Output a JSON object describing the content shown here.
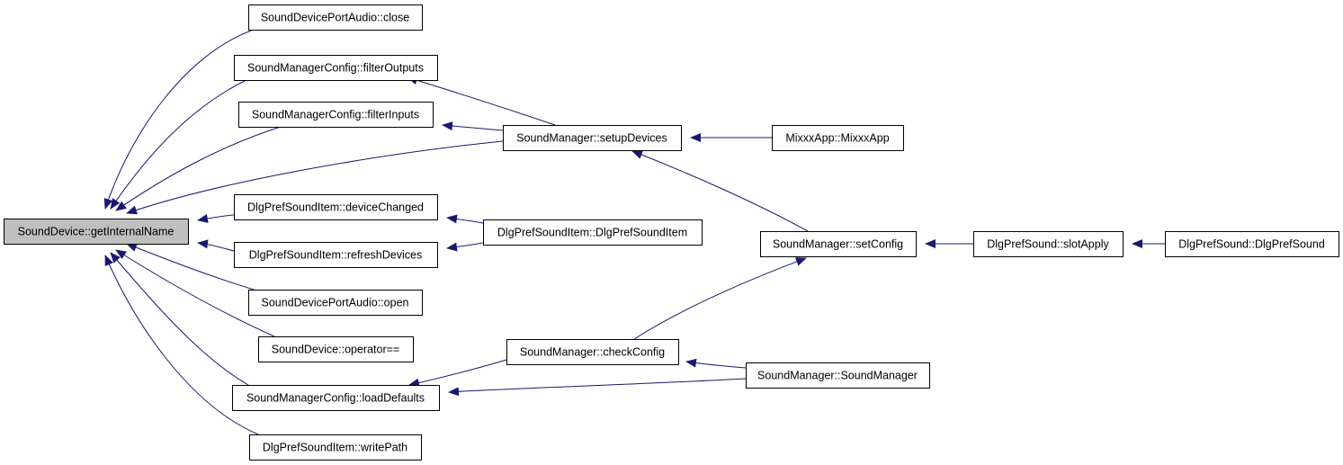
{
  "nodes": [
    {
      "id": "n0",
      "label": "SoundDevice::getInternalName"
    },
    {
      "id": "n1",
      "label": "SoundDevicePortAudio::close"
    },
    {
      "id": "n2",
      "label": "SoundManagerConfig::filterOutputs"
    },
    {
      "id": "n3",
      "label": "SoundManagerConfig::filterInputs"
    },
    {
      "id": "n4",
      "label": "SoundManager::setupDevices"
    },
    {
      "id": "n5",
      "label": "MixxxApp::MixxxApp"
    },
    {
      "id": "n6",
      "label": "DlgPrefSoundItem::deviceChanged"
    },
    {
      "id": "n7",
      "label": "DlgPrefSoundItem::DlgPrefSoundItem"
    },
    {
      "id": "n8",
      "label": "DlgPrefSoundItem::refreshDevices"
    },
    {
      "id": "n9",
      "label": "SoundManager::setConfig"
    },
    {
      "id": "n10",
      "label": "DlgPrefSound::slotApply"
    },
    {
      "id": "n11",
      "label": "DlgPrefSound::DlgPrefSound"
    },
    {
      "id": "n12",
      "label": "SoundDevicePortAudio::open"
    },
    {
      "id": "n13",
      "label": "SoundDevice::operator=="
    },
    {
      "id": "n14",
      "label": "SoundManager::checkConfig"
    },
    {
      "id": "n15",
      "label": "SoundManager::SoundManager"
    },
    {
      "id": "n16",
      "label": "SoundManagerConfig::loadDefaults"
    },
    {
      "id": "n17",
      "label": "DlgPrefSoundItem::writePath"
    }
  ],
  "edges": [
    {
      "from": "n1",
      "to": "n0"
    },
    {
      "from": "n2",
      "to": "n0"
    },
    {
      "from": "n3",
      "to": "n0"
    },
    {
      "from": "n4",
      "to": "n0"
    },
    {
      "from": "n6",
      "to": "n0"
    },
    {
      "from": "n8",
      "to": "n0"
    },
    {
      "from": "n12",
      "to": "n0"
    },
    {
      "from": "n13",
      "to": "n0"
    },
    {
      "from": "n16",
      "to": "n0"
    },
    {
      "from": "n17",
      "to": "n0"
    },
    {
      "from": "n4",
      "to": "n2"
    },
    {
      "from": "n4",
      "to": "n3"
    },
    {
      "from": "n5",
      "to": "n4"
    },
    {
      "from": "n9",
      "to": "n4"
    },
    {
      "from": "n7",
      "to": "n6"
    },
    {
      "from": "n7",
      "to": "n8"
    },
    {
      "from": "n10",
      "to": "n9"
    },
    {
      "from": "n11",
      "to": "n10"
    },
    {
      "from": "n14",
      "to": "n9"
    },
    {
      "from": "n14",
      "to": "n16"
    },
    {
      "from": "n15",
      "to": "n14"
    },
    {
      "from": "n15",
      "to": "n16"
    }
  ],
  "colors": {
    "edge": "#191970",
    "root_fill": "#bfbfbf",
    "node_fill": "#ffffff",
    "node_stroke": "#000000"
  }
}
